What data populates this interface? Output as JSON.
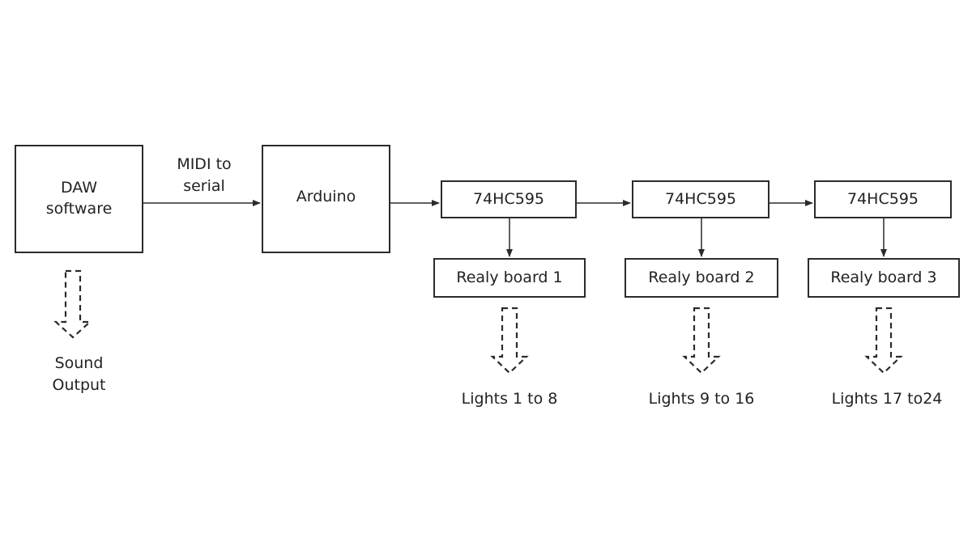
{
  "blocks": {
    "daw": "DAW\nsoftware",
    "arduino": "Arduino",
    "shift_register_1": "74HC595",
    "shift_register_2": "74HC595",
    "shift_register_3": "74HC595",
    "relay_board_1": "Realy board 1",
    "relay_board_2": "Realy board 2",
    "relay_board_3": "Realy board 3"
  },
  "labels": {
    "midi_link": "MIDI to\nserial",
    "sound_output": "Sound\nOutput",
    "lights_1": "Lights 1 to 8",
    "lights_2": "Lights 9 to 16",
    "lights_3": "Lights 17 to24"
  },
  "colors": {
    "stroke": "#2b2b2b",
    "background": "#ffffff"
  }
}
